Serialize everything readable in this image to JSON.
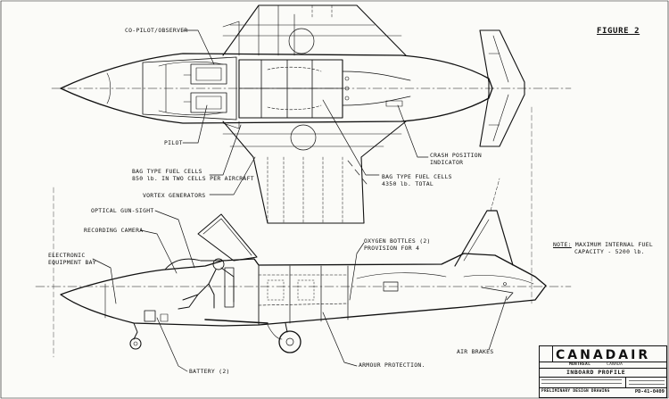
{
  "figure_label": "FIGURE 2",
  "labels": {
    "co_pilot": "CO-PILOT/OBSERVER",
    "pilot": "PILOT",
    "bag_cells_1": "BAG TYPE FUEL CELLS",
    "bag_cells_2": "850 lb. IN TWO CELLS PER AIRCRAFT",
    "vortex": "VORTEX GENERATORS",
    "bag_fuel_1": "BAG TYPE FUEL CELLS",
    "bag_fuel_2": "4350 lb. TOTAL",
    "crash_1": "CRASH POSITION",
    "crash_2": "INDICATOR",
    "gun_sight": "OPTICAL GUN-SIGHT",
    "camera": "RECORDING CAMERA",
    "equip_1": "ELECTRONIC",
    "equip_2": "EQUIPMENT BAY",
    "oxygen_1": "OXYGEN BOTTLES (2)",
    "oxygen_2": "PROVISION FOR 4",
    "battery": "BATTERY (2)",
    "armour": "ARMOUR PROTECTION.",
    "air_brakes": "AIR BRAKES"
  },
  "note": {
    "prefix": "NOTE:",
    "line1": "MAXIMUM INTERNAL FUEL",
    "line2": "CAPACITY - 5200 lb."
  },
  "title_block": {
    "company": "CANADAIR",
    "city": "MONTREAL",
    "country": "CANADA",
    "drawing_title": "INBOARD   PROFILE",
    "drawing_type": "PRELIMINARY DESIGN DRAWING",
    "drawing_number": "PD-41-0409"
  }
}
